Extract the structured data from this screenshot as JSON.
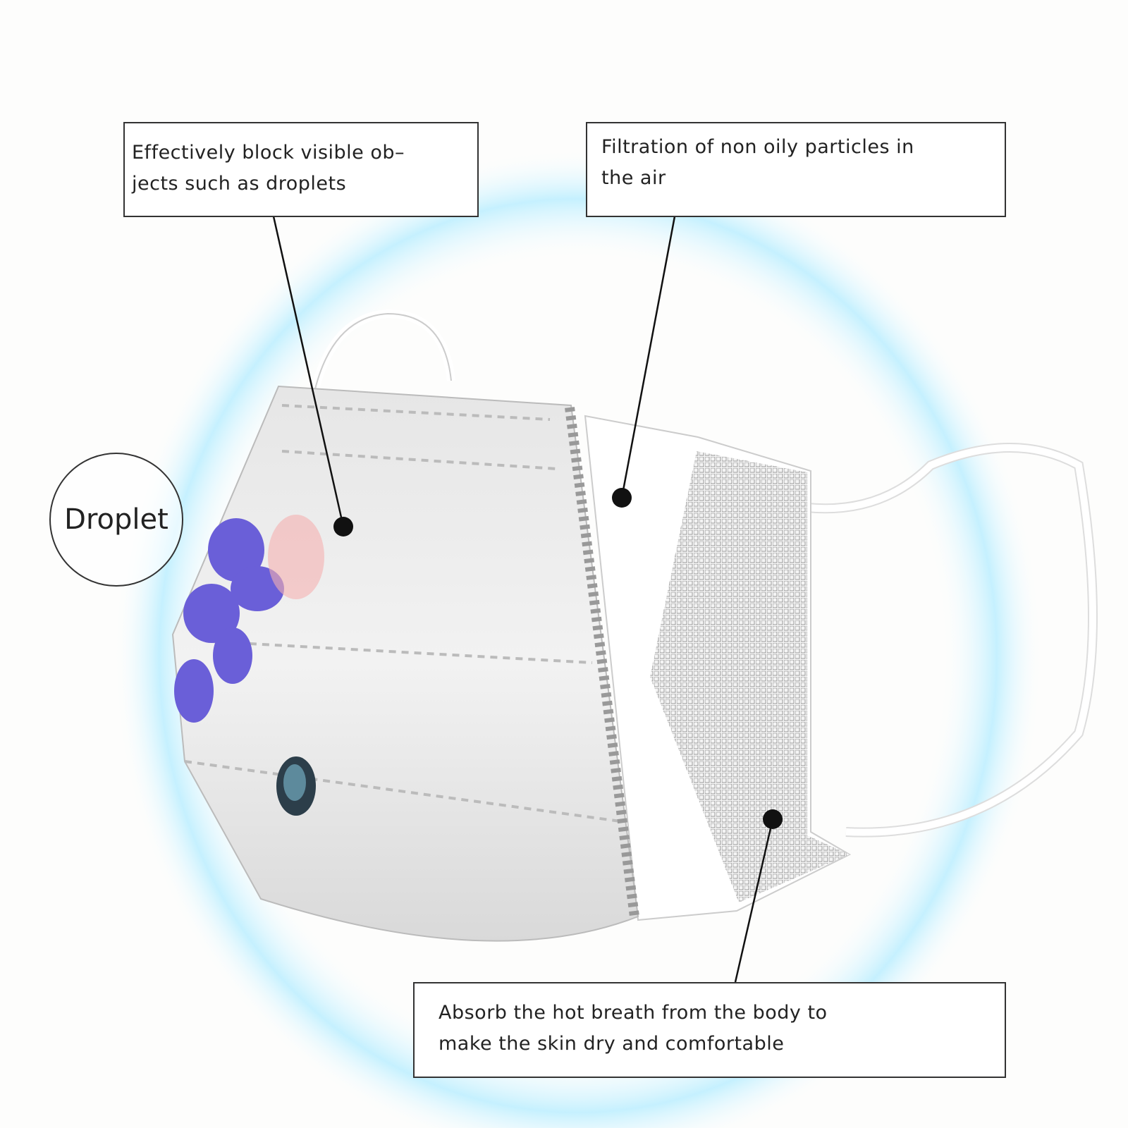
{
  "callouts": {
    "droplet_block": {
      "line1": "Effectively block visible ob–",
      "line2": "jects such as droplets"
    },
    "filtration": {
      "line1": "Filtration of non oily particles in",
      "line2": "the air"
    },
    "absorb": {
      "line1": "Absorb the hot breath from the body to",
      "line2": "make the skin dry and comfortable"
    }
  },
  "droplet_label": "Droplet",
  "colors": {
    "glow": "#bfefff",
    "flower": "#6a5fd8",
    "mask_gray": "#d8d8d8",
    "line": "#111111"
  }
}
